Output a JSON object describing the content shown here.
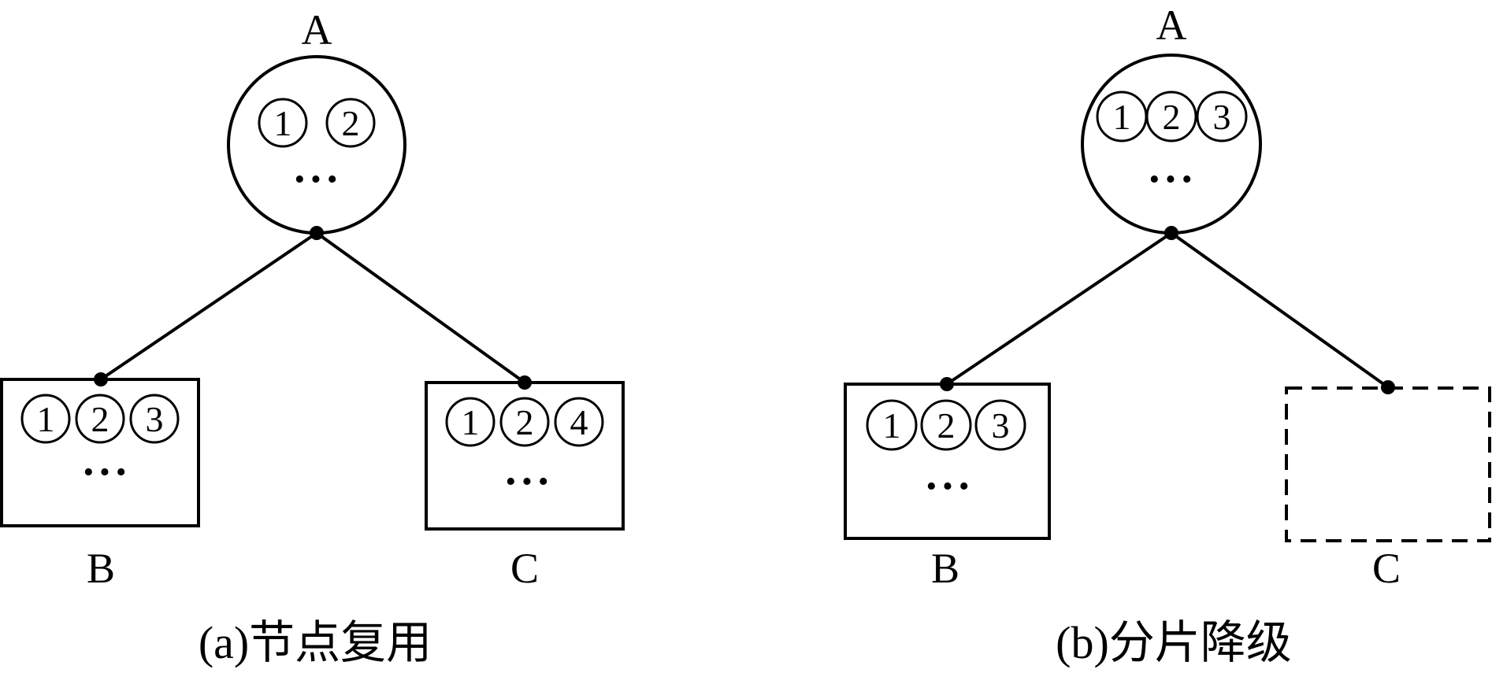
{
  "panels": [
    {
      "id": "a",
      "caption": "(a)节点复用",
      "root": {
        "label": "A",
        "slots": [
          "1",
          "2"
        ],
        "ellipsis": "···"
      },
      "children": [
        {
          "label": "B",
          "slots": [
            "1",
            "2",
            "3"
          ],
          "ellipsis": "···",
          "style": "solid"
        },
        {
          "label": "C",
          "slots": [
            "1",
            "2",
            "4"
          ],
          "ellipsis": "···",
          "style": "solid"
        }
      ]
    },
    {
      "id": "b",
      "caption": "(b)分片降级",
      "root": {
        "label": "A",
        "slots": [
          "1",
          "2",
          "3"
        ],
        "ellipsis": "···"
      },
      "children": [
        {
          "label": "B",
          "slots": [
            "1",
            "2",
            "3"
          ],
          "ellipsis": "···",
          "style": "solid"
        },
        {
          "label": "C",
          "slots": [],
          "ellipsis": "",
          "style": "dashed"
        }
      ]
    }
  ]
}
